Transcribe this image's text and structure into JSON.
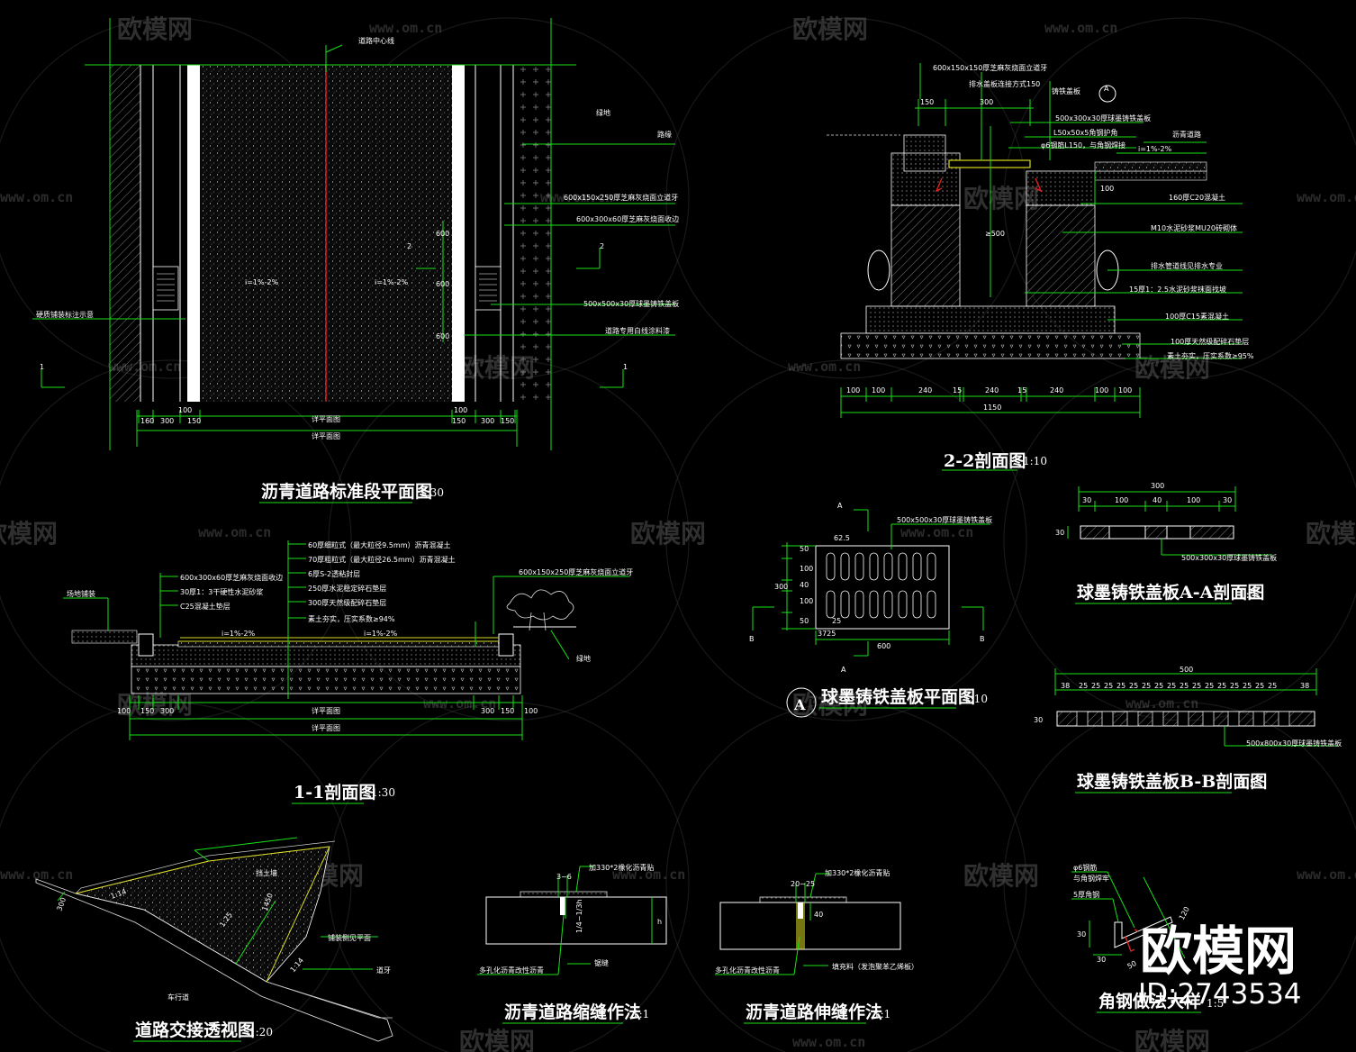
{
  "watermark": {
    "brand": "欧模网",
    "url": "www.om.cn",
    "id_text": "ID:2743534"
  },
  "colors": {
    "background": "#000000",
    "line_green": "#17e017",
    "line_yellow": "#d8d820",
    "text_white": "#ffffff",
    "center_red": "#e02020"
  },
  "plan": {
    "title": "沥青道路标准段平面图",
    "scale": "1:30",
    "labels": {
      "centerline": "道路中心线",
      "green": "绿地",
      "curb": "路缘",
      "curb1": "600x150x250厚芝麻灰烧面立道牙",
      "curb2": "600x300x60厚芝麻灰烧面收边",
      "grate": "500x500x30厚球墨铸铁盖板",
      "marking": "道路专用白线涂料漆",
      "left": "硬质铺装标注示意",
      "slope1": "i=1%-2%",
      "slope2": "i=1%-2%"
    },
    "dims": {
      "d160": "160",
      "d300": "300",
      "d100": "100",
      "d150": "150",
      "d600a": "600",
      "d600b": "600",
      "d600c": "600",
      "d2": "2",
      "d1": "1"
    },
    "total": "详平面图"
  },
  "sec22": {
    "title": "2-2剖面图",
    "scale": "1:10",
    "circle": "A",
    "labels": [
      "600x150x150厚芝麻灰烧面立道牙",
      "排水盖板连接方式150",
      "铸铁盖板",
      "500x300x30厚球墨铸铁盖板",
      "L50x50x5角钢护角",
      "φ6钢筋L150，与角钢焊接",
      "沥青道路",
      "160厚C20混凝土",
      "M10水泥砂浆MU20砖砌体",
      "排水管道线见排水专业",
      "15厚1：2.5水泥砂浆抹面找坡",
      "100厚C15素混凝土",
      "100厚天然级配碎石垫层",
      "素土夯实，压实系数≥95%"
    ],
    "dims": [
      "100",
      "100",
      "240",
      "15",
      "240",
      "15",
      "240",
      "100",
      "100"
    ],
    "total": "1150",
    "top": [
      "150",
      "300"
    ],
    "h1": "100",
    "h2": "≥500",
    "slope": "i=1%-2%"
  },
  "sec11": {
    "title": "1-1剖面图",
    "scale": "1:30",
    "left_labels": [
      "600x300x60厚芝麻灰烧面收边",
      "30厚1：3干硬性水泥砂浆",
      "C25混凝土垫层"
    ],
    "mid_labels": [
      "60厚细粒式（最大粒径9.5mm）沥青混凝土",
      "70厚粗粒式（最大粒径26.5mm）沥青混凝土",
      "6厚S-2透粘封层",
      "250厚水泥稳定碎石垫层",
      "300厚天然级配碎石垫层",
      "素土夯实，压实系数≥94%"
    ],
    "right_label": "600x150x250厚芝麻灰烧面立道牙",
    "paving": "场地铺装",
    "green": "绿地",
    "slope1": "i=1%-2%",
    "slope2": "i=1%-2%",
    "dims_left": [
      "100",
      "150",
      "300"
    ],
    "dims_right": [
      "300",
      "150",
      "100"
    ],
    "total1": "详平面图",
    "total2": "详平面图"
  },
  "cover_plan": {
    "title": "球墨铸铁盖板平面图",
    "scale": "1:10",
    "circle": "A",
    "label": "500x500x30厚球墨铸铁盖板",
    "vdims": [
      "50",
      "100",
      "40",
      "100",
      "50"
    ],
    "vtotal": "300",
    "bdim1": "3725",
    "bdim2": "600",
    "dim25": "25",
    "top_dim": "62.5",
    "A": "A",
    "B": "B"
  },
  "secAA": {
    "title": "球墨铸铁盖板A-A剖面图",
    "scale": "1:5",
    "total": "300",
    "dims": [
      "30",
      "100",
      "40",
      "100",
      "30"
    ],
    "h": "30",
    "label": "500x300x30厚球墨铸铁盖板"
  },
  "secBB": {
    "title": "球墨铸铁盖板B-B剖面图",
    "scale": "1:5",
    "total": "500",
    "dims": [
      "38",
      "25",
      "25",
      "25",
      "25",
      "25",
      "25",
      "25",
      "25",
      "25",
      "25",
      "25",
      "25",
      "25",
      "25",
      "25",
      "25",
      "38"
    ],
    "h": "30",
    "label": "500x800x30厚球墨铸铁盖板"
  },
  "persp": {
    "title": "道路交接透视图",
    "scale": "1:20",
    "labels": {
      "wall": "挡土墙",
      "cross": "铺装侧见平面",
      "curb": "道牙",
      "road": "车行道"
    },
    "slopes": [
      "1:14",
      "1:25",
      "1:14"
    ],
    "dims": [
      "300",
      "1450"
    ]
  },
  "shrink": {
    "title": "沥青道路缩缝作法",
    "scale": "1:1",
    "labels": {
      "top": "加330*2橡化沥青贴",
      "bot": "多孔化沥青改性沥青",
      "seal": "锯缝"
    },
    "dims": {
      "w": "3~6",
      "d": "1/4~1/3h",
      "h": "h"
    }
  },
  "expand": {
    "title": "沥青道路伸缝作法",
    "scale": "1:1",
    "labels": {
      "top": "加330*2橡化沥青贴",
      "bot": "多孔化沥青改性沥青",
      "fill": "填充料（发泡聚苯乙烯板）"
    },
    "dims": {
      "w": "20~25",
      "d": "40"
    }
  },
  "angle": {
    "title": "角钢做法大样",
    "scale": "1:5",
    "labels": {
      "rebar": "φ6钢筋",
      "weld": "与角钢焊牢",
      "steel": "5厚角钢"
    },
    "dims": {
      "a": "120",
      "b": "30",
      "c": "30",
      "d": "50"
    }
  }
}
